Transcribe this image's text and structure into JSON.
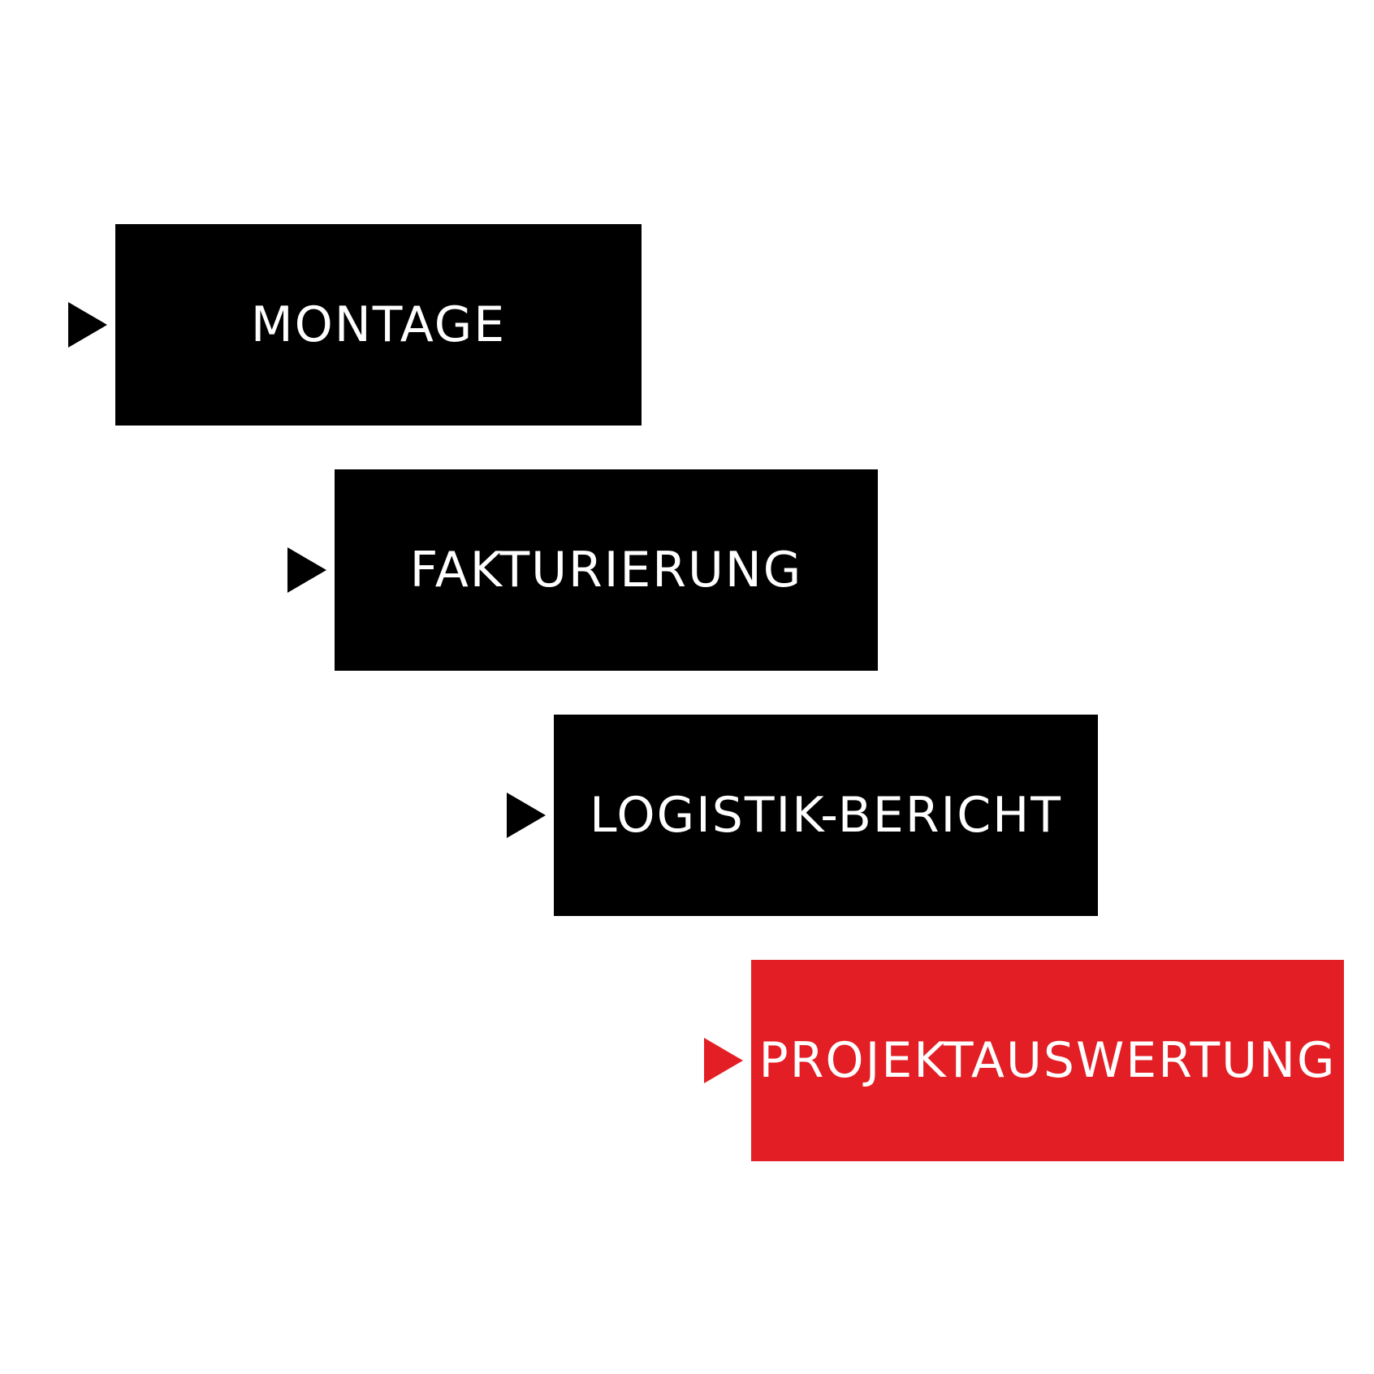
{
  "steps": [
    {
      "label": "MONTAGE",
      "color": "#000000",
      "arrow_color": "#000000"
    },
    {
      "label": "FAKTURIERUNG",
      "color": "#000000",
      "arrow_color": "#000000"
    },
    {
      "label": "LOGISTIK-BERICHT",
      "color": "#000000",
      "arrow_color": "#000000"
    },
    {
      "label": "PROJEKTAUSWERTUNG",
      "color": "#e31e24",
      "arrow_color": "#e31e24"
    }
  ],
  "colors": {
    "background": "#ffffff",
    "text": "#ffffff",
    "default_box": "#000000",
    "highlight_box": "#e31e24"
  },
  "icons": {
    "step_marker": "play-triangle-icon"
  }
}
